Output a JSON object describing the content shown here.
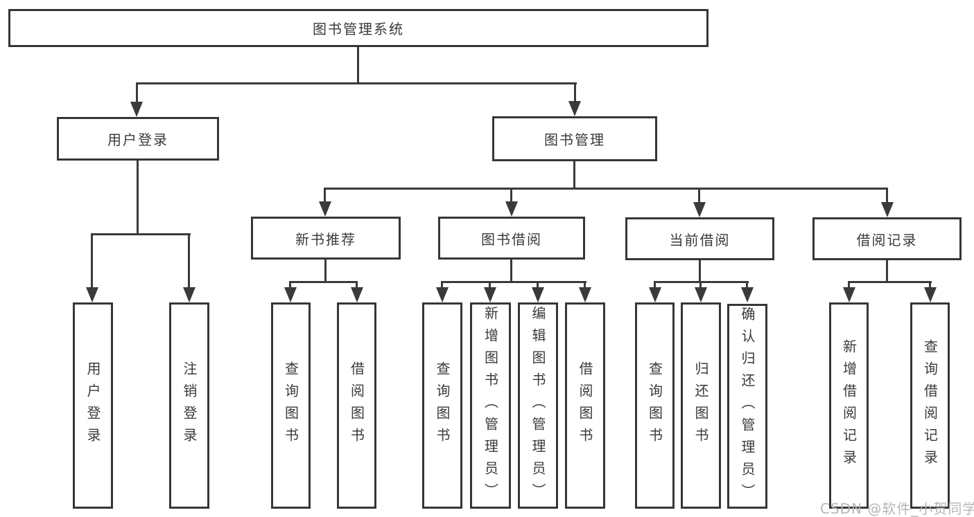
{
  "diagram": {
    "title": "图书管理系统",
    "watermark": "CSDN @软件_小贺同学",
    "colors": {
      "line": "#3a3a3a",
      "border": "#363636",
      "text": "#3a3a3a",
      "background": "#ffffff",
      "watermark": "#b2b2b2"
    },
    "tree": {
      "root": {
        "label": "图书管理系统"
      },
      "branches": [
        {
          "label": "用户登录",
          "children": [
            {
              "label": "用户登录"
            },
            {
              "label": "注销登录"
            }
          ]
        },
        {
          "label": "图书管理",
          "children": [
            {
              "label": "新书推荐",
              "children": [
                {
                  "label": "查询图书"
                },
                {
                  "label": "借阅图书"
                }
              ]
            },
            {
              "label": "图书借阅",
              "children": [
                {
                  "label": "查询图书"
                },
                {
                  "label": "新增图书（管理员）"
                },
                {
                  "label": "编辑图书（管理员）"
                },
                {
                  "label": "借阅图书"
                }
              ]
            },
            {
              "label": "当前借阅",
              "children": [
                {
                  "label": "查询图书"
                },
                {
                  "label": "归还图书"
                },
                {
                  "label": "确认归还（管理员）"
                }
              ]
            },
            {
              "label": "借阅记录",
              "children": [
                {
                  "label": "新增借阅记录"
                },
                {
                  "label": "查询借阅记录"
                }
              ]
            }
          ]
        }
      ]
    }
  }
}
